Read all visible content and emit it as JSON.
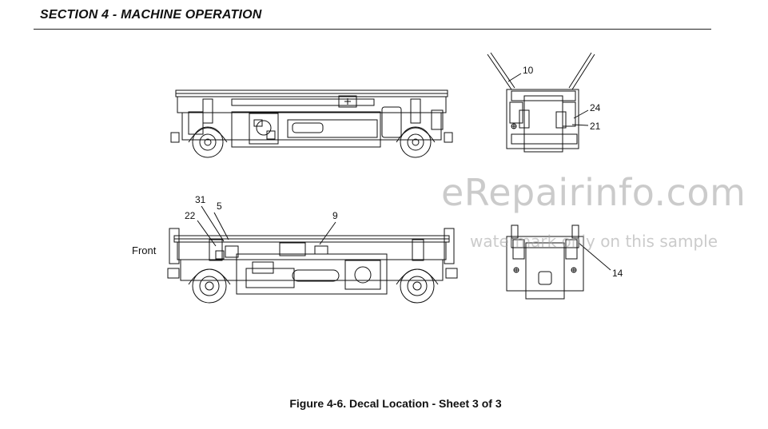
{
  "header": {
    "title": "SECTION 4 - MACHINE OPERATION"
  },
  "figure": {
    "caption": "Figure 4-6. Decal Location - Sheet 3 of 3",
    "front_label": "Front",
    "callouts": {
      "c10": "10",
      "c24": "24",
      "c21": "21",
      "c31": "31",
      "c5": "5",
      "c22": "22",
      "c9": "9",
      "c14": "14"
    }
  },
  "watermark": {
    "site": "eRepairinfo.com",
    "note": "watermark only on this sample"
  }
}
